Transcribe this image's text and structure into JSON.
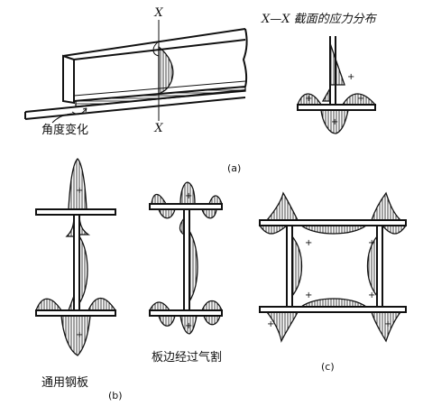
{
  "fig_a": {
    "section_mark_top": "X",
    "section_mark_bottom": "X",
    "section_title": "X—X 截面的应力分布",
    "angle_label": "角度变化",
    "sublabel": "(a)"
  },
  "fig_b": {
    "left_caption": "通用钢板",
    "right_caption": "板边经过气割",
    "sublabel": "(b)"
  },
  "fig_c": {
    "sublabel": "(c)"
  },
  "signs": {
    "plus": "+",
    "minus": "−"
  }
}
